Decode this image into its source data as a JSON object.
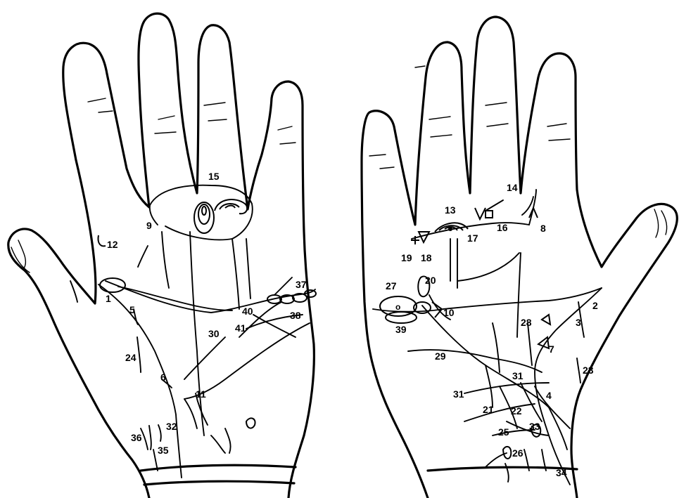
{
  "figure": {
    "left_hand_labels": [
      {
        "id": "l1",
        "text": "1"
      },
      {
        "id": "l5",
        "text": "5"
      },
      {
        "id": "l6",
        "text": "6"
      },
      {
        "id": "l9",
        "text": "9"
      },
      {
        "id": "l11",
        "text": "11"
      },
      {
        "id": "l12",
        "text": "12"
      },
      {
        "id": "l15",
        "text": "15"
      },
      {
        "id": "l24",
        "text": "24"
      },
      {
        "id": "l30",
        "text": "30"
      },
      {
        "id": "l32",
        "text": "32"
      },
      {
        "id": "l35",
        "text": "35"
      },
      {
        "id": "l36",
        "text": "36"
      },
      {
        "id": "l37",
        "text": "37"
      },
      {
        "id": "l38",
        "text": "38"
      },
      {
        "id": "l40",
        "text": "40"
      },
      {
        "id": "l41",
        "text": "41"
      }
    ],
    "right_hand_labels": [
      {
        "id": "r2",
        "text": "2"
      },
      {
        "id": "r3",
        "text": "3"
      },
      {
        "id": "r4",
        "text": "4"
      },
      {
        "id": "r7",
        "text": "7"
      },
      {
        "id": "r8",
        "text": "8"
      },
      {
        "id": "r10",
        "text": "10"
      },
      {
        "id": "r13",
        "text": "13"
      },
      {
        "id": "r14",
        "text": "14"
      },
      {
        "id": "r16",
        "text": "16"
      },
      {
        "id": "r17",
        "text": "17"
      },
      {
        "id": "r18",
        "text": "18"
      },
      {
        "id": "r19",
        "text": "19"
      },
      {
        "id": "r20",
        "text": "20"
      },
      {
        "id": "r21",
        "text": "21"
      },
      {
        "id": "r22",
        "text": "22"
      },
      {
        "id": "r23",
        "text": "23"
      },
      {
        "id": "r25",
        "text": "25"
      },
      {
        "id": "r26",
        "text": "26"
      },
      {
        "id": "r27",
        "text": "27"
      },
      {
        "id": "r28",
        "text": "28"
      },
      {
        "id": "r29",
        "text": "29"
      },
      {
        "id": "r31a",
        "text": "31"
      },
      {
        "id": "r31b",
        "text": "31"
      },
      {
        "id": "r33",
        "text": "33"
      },
      {
        "id": "r34",
        "text": "34"
      },
      {
        "id": "r39",
        "text": "39"
      }
    ]
  }
}
